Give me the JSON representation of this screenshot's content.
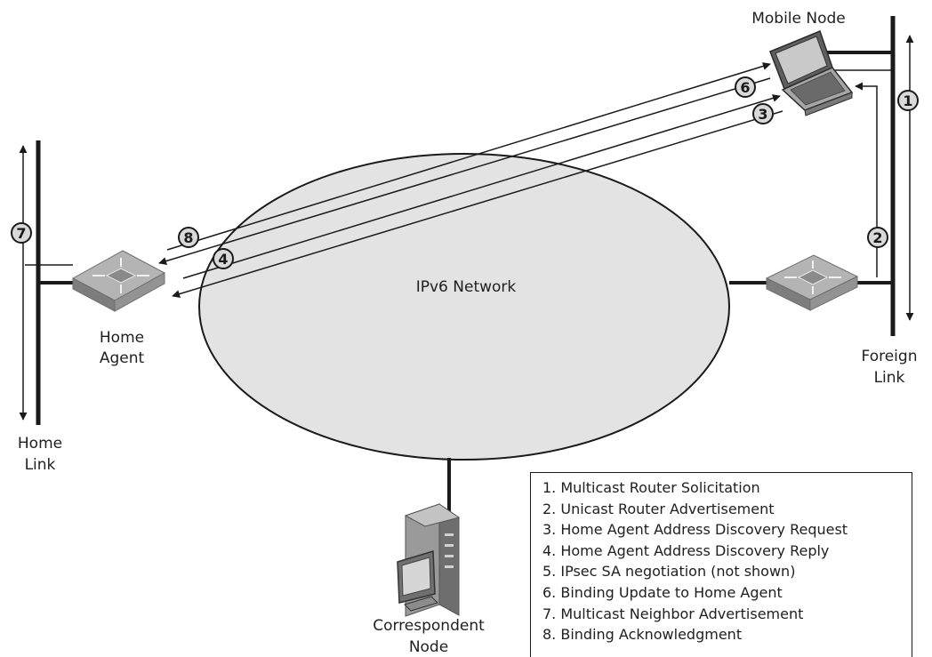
{
  "labels": {
    "network": "IPv6 Network",
    "mobile_node": "Mobile Node",
    "home_agent": [
      "Home",
      "Agent"
    ],
    "home_link": [
      "Home",
      "Link"
    ],
    "foreign_link": [
      "Foreign",
      "Link"
    ],
    "correspondent_node": [
      "Correspondent",
      "Node"
    ]
  },
  "step_markers": [
    "1",
    "2",
    "3",
    "4",
    "6",
    "7",
    "8"
  ],
  "legend": [
    "1. Multicast Router Solicitation",
    "2. Unicast Router Advertisement",
    "3. Home Agent Address Discovery Request",
    "4. Home Agent Address Discovery Reply",
    "5. IPsec SA negotiation (not shown)",
    "6. Binding Update to Home Agent",
    "7. Multicast Neighbor Advertisement",
    "8. Binding Acknowledgment"
  ],
  "colors": {
    "network_fill": "#e3e3e3",
    "line": "#1a1a1a",
    "router": "#9c9c9c",
    "marker_fill": "#d9d9d9"
  },
  "icons": [
    "router-icon",
    "laptop-icon",
    "server-icon"
  ]
}
